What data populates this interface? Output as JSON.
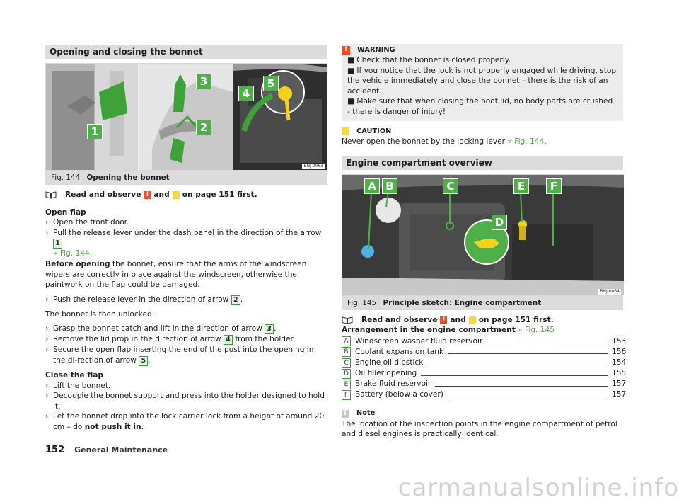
{
  "left": {
    "section_title": "Opening and closing the bonnet",
    "figure": {
      "number": "Fig. 144",
      "title": "Opening the bonnet",
      "image_code": "BNJ-0063",
      "callouts": [
        "1",
        "2",
        "3",
        "4",
        "5"
      ]
    },
    "read_observe": {
      "prefix": "Read and observe",
      "and": "and",
      "suffix": "on page 151 first."
    },
    "open_flap": {
      "heading": "Open flap",
      "step1": "Open the front door.",
      "step2_a": "Pull the release lever under the dash panel in the direction of the arrow",
      "step2_box": "1",
      "step2_link": "» Fig. 144",
      "step2_end": "."
    },
    "before_opening": {
      "lead": "Before opening",
      "text": "the bonnet, ensure that the arms of the windscreen wipers are correctly in place against the windscreen, otherwise the paintwork on the flap could be damaged."
    },
    "step3_a": "Push the release lever in the direction of arrow",
    "step3_box": "2",
    "step3_end": ".",
    "unlocked": "The bonnet is then unlocked.",
    "step4_a": "Grasp the bonnet catch and lift in the direction of arrow",
    "step4_box": "3",
    "step4_end": ".",
    "step5_a": "Remove the lid prop in the direction of arrow",
    "step5_box": "4",
    "step5_b": "from the holder.",
    "step6_a": "Secure the open flap inserting the end of the post into the opening in the di-rection of arrow",
    "step6_box": "5",
    "step6_end": ".",
    "close": {
      "heading": "Close the flap",
      "step1": "Lift the bonnet.",
      "step2": "Decouple the bonnet support and press into the holder designed to hold it.",
      "step3_a": "Let the bonnet drop into the lock carrier lock from a height of around 20 cm – do",
      "step3_bold": "not push it in",
      "step3_end": "."
    }
  },
  "right": {
    "warning": {
      "heading": "WARNING",
      "items": [
        "Check that the bonnet is closed properly.",
        "If you notice that the lock is not properly engaged while driving, stop the vehicle immediately and close the bonnet – there is the risk of an accident.",
        "Make sure that when closing the boot lid, no body parts are crushed - there is danger of injury!"
      ]
    },
    "caution": {
      "heading": "CAUTION",
      "text": "Never open the bonnet by the locking lever",
      "link": "» Fig. 144",
      "end": "."
    },
    "section_title": "Engine compartment overview",
    "figure": {
      "number": "Fig. 145",
      "title": "Principle sketch: Engine compartment",
      "image_code": "BNJ-0064",
      "callouts": [
        "A",
        "B",
        "C",
        "E",
        "F",
        "D"
      ]
    },
    "read_observe": {
      "prefix": "Read and observe",
      "and": "and",
      "suffix": "on page 151 first."
    },
    "arrangement": {
      "lead": "Arrangement in the engine compartment",
      "link": "» Fig. 145"
    },
    "toc": [
      {
        "letter": "A",
        "label": "Windscreen washer fluid reservoir",
        "page": "153"
      },
      {
        "letter": "B",
        "label": "Coolant expansion tank",
        "page": "156"
      },
      {
        "letter": "C",
        "label": "Engine oil dipstick",
        "page": "154"
      },
      {
        "letter": "D",
        "label": "Oil filler opening",
        "page": "155"
      },
      {
        "letter": "E",
        "label": "Brake fluid reservoir",
        "page": "157"
      },
      {
        "letter": "F",
        "label": "Battery (below a cover)",
        "page": "157"
      }
    ],
    "note": {
      "heading": "Note",
      "text": "The location of the inspection points in the engine compartment of petrol and diesel engines is practically identical."
    }
  },
  "footer": {
    "page_number": "152",
    "section": "General Maintenance"
  },
  "watermark": "carmanualsonline.info",
  "colors": {
    "accent_green": "#4fb04a",
    "warning_red": "#ef4b24",
    "caution_yellow": "#f6d74a",
    "box_grey": "#ececec"
  }
}
